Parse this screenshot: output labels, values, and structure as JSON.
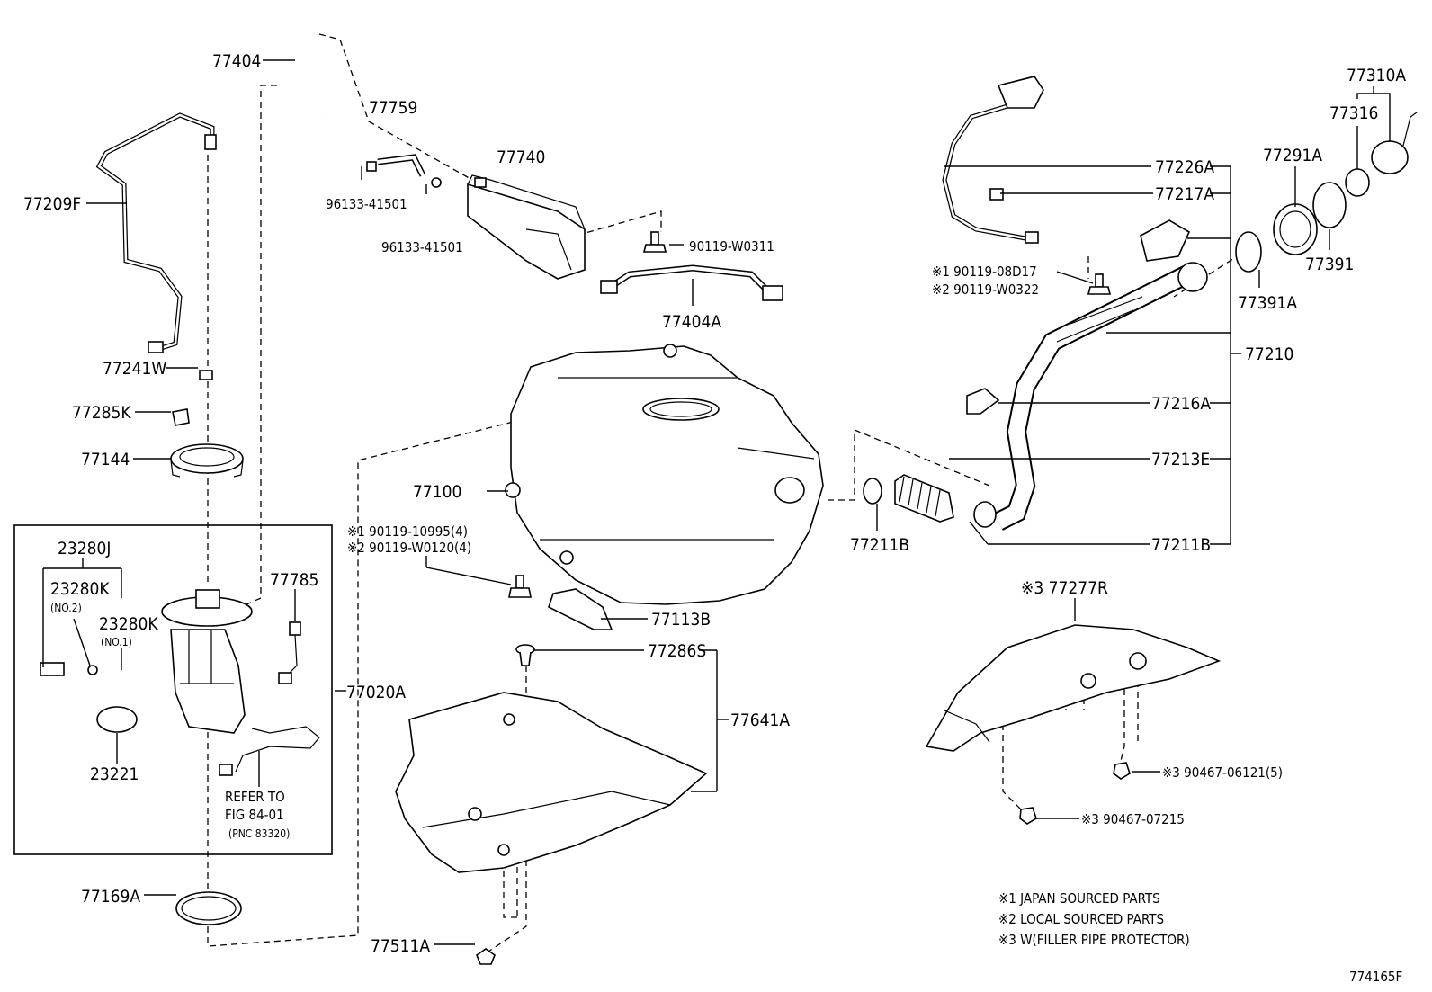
{
  "labels": {
    "p77404": "77404",
    "p77759": "77759",
    "p77740": "77740",
    "p96133a": "96133-41501",
    "p96133b": "96133-41501",
    "p90119_w0311": "90119-W0311",
    "p77404A": "77404A",
    "p77209F": "77209F",
    "p77241W": "77241W",
    "p77285K": "77285K",
    "p77144": "77144",
    "p23280J": "23280J",
    "p23280K_2": "23280K",
    "no2": "(NO.2)",
    "p23280K_1": "23280K",
    "no1": "(NO.1)",
    "p77785": "77785",
    "p77020A": "77020A",
    "p23221": "23221",
    "refer1": "REFER TO",
    "refer2": "FIG 84-01",
    "refer3": "(PNC 83320)",
    "p77169A": "77169A",
    "p77511A": "77511A",
    "p77100": "77100",
    "bolt1": "※1 90119-10995(4)",
    "bolt2": "※2 90119-W0120(4)",
    "p77113B": "77113B",
    "p77286S": "77286S",
    "p77641A": "77641A",
    "p77310A": "77310A",
    "p77316": "77316",
    "p77291A": "77291A",
    "p77391": "77391",
    "p77391A": "77391A",
    "p77226A": "77226A",
    "p77217A": "77217A",
    "bolt3": "※1 90119-08D17",
    "bolt4": "※2 90119-W0322",
    "p77210": "77210",
    "p77216A": "77216A",
    "p77213E": "77213E",
    "p77211B_a": "77211B",
    "p77211B_b": "77211B",
    "p77277R": "※3 77277R",
    "p90467_06121": "※3 90467-06121(5)",
    "p90467_07215": "※3 90467-07215",
    "note1": "※1 JAPAN SOURCED PARTS",
    "note2": "※2 LOCAL SOURCED PARTS",
    "note3": "※3 W(FILLER PIPE PROTECTOR)",
    "figno": "774165F"
  }
}
